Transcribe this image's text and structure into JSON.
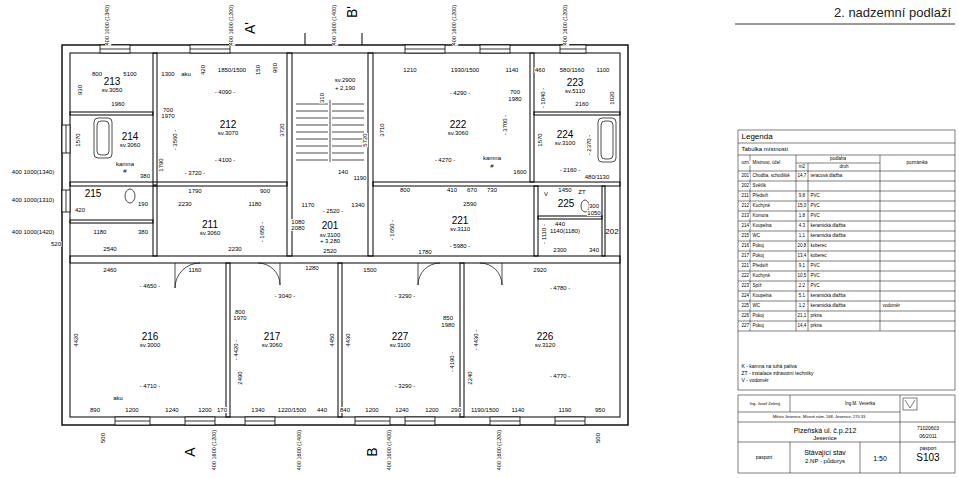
{
  "diagram": {
    "title": "2. nadzemní podlaží",
    "nodes": [
      {
        "text": [
          "213",
          "sv.3050"
        ]
      },
      {
        "text": [
          "214",
          "sv.3060"
        ]
      },
      {
        "text": [
          "212",
          "sv.3070"
        ]
      },
      {
        "text": [
          "215"
        ]
      },
      {
        "text": [
          "211",
          "sv.3060"
        ]
      },
      {
        "text": [
          "201",
          "sv.3100",
          "+ 3,280"
        ]
      },
      {
        "text": [
          "222",
          "sv.3060"
        ]
      },
      {
        "text": [
          "223",
          "sv.5110"
        ]
      },
      {
        "text": [
          "224",
          "sv.3100"
        ]
      },
      {
        "text": [
          "221",
          "sv.3110"
        ]
      },
      {
        "text": [
          "225"
        ]
      },
      {
        "text": [
          "202"
        ]
      },
      {
        "text": [
          "216",
          "sv.3000"
        ]
      },
      {
        "text": [
          "217",
          "sv.3060"
        ]
      },
      {
        "text": [
          "227",
          "sv.3100"
        ]
      },
      {
        "text": [
          "226",
          "sv.3120"
        ]
      }
    ],
    "labels": [
      "400 1000 (1340)",
      "400 1600 (1200)",
      "400 1600 (1400)",
      "400 1600 (1200)",
      "400 1600 (1200)",
      "A'",
      "B'",
      "800",
      "5100",
      "1300",
      "aku",
      "420",
      "1850/1500",
      "150",
      "960",
      "- 4090 -",
      "930",
      "1960",
      "1570",
      "700",
      "1970",
      "- 3560 -",
      "kamna",
      "#",
      "3720",
      "- 4100 -",
      "1790",
      "- 3720 -",
      "380",
      "1790",
      "2230",
      "900",
      "1180",
      "- 1650 -",
      "2230",
      "420",
      "1180",
      "190",
      "380",
      "2540",
      "520",
      "400 1000(1340)",
      "400 1000(1310)",
      "400 1000(1420)",
      "sv.2900",
      "+ 2,190",
      "310",
      "5720",
      "140",
      "1190",
      "1170",
      "- 2520 -",
      "1340",
      "1080",
      "2080",
      "2520",
      "1280",
      "3710",
      "1210",
      "1930/1500",
      "1140",
      "460",
      "580/1160",
      "1100",
      "- 4290 -",
      "700",
      "1980",
      "- 1040 -",
      "- 3700 -",
      "1020",
      "2160",
      "1570",
      "- 2370 -",
      "- 4270 -",
      "kamna",
      "#",
      "1600",
      "- 2160 -",
      "480/1130",
      "800",
      "410",
      "670",
      "730",
      "2590",
      "1450",
      "ZT",
      "V",
      "300",
      "1050",
      "440",
      "1140(1180)",
      "- 1110 -",
      "- 1650 -",
      "- 5980 -",
      "1780",
      "2300",
      "340",
      "2460",
      "1160",
      "- 4650 -",
      "- 3040 -",
      "1500",
      "- 3290 -",
      "2920",
      "- 4780 -",
      "800",
      "1970",
      "850",
      "1980",
      "4420",
      "- 4420 -",
      "4450",
      "4430",
      "- 4190 -",
      "- 4430 -",
      "2490",
      "2240",
      "- 4770 -",
      "- 4710 -",
      "- 3290 -",
      "aku",
      "890",
      "1200",
      "1240",
      "1200",
      "170",
      "1340",
      "1220/1500",
      "440",
      "840",
      "1200",
      "1240",
      "1200",
      "290",
      "1190/1500",
      "1140",
      "1190",
      "950",
      "400 1600 (1200)",
      "400 1600 (1400)",
      "400 1600 (1400)",
      "400 1600 (1200)",
      "A",
      "B",
      "500",
      "500",
      "Legenda",
      "Tabulka místností",
      "ozn.",
      "Místnost, účel",
      "podlaha",
      "m2",
      "druh",
      "poznámka",
      "201",
      "Chodba, schodiště",
      "14,7",
      "teracová dlažba",
      "202",
      "Světlík",
      "211",
      "Předsíň",
      "9,8",
      "PVC",
      "212",
      "Kuchyně",
      "15,0",
      "PVC",
      "213",
      "Komora",
      "1,8",
      "PVC",
      "214",
      "Koupelna",
      "4,3",
      "keramická dlažba",
      "215",
      "WC",
      "1,1",
      "keramická dlažba",
      "216",
      "Pokoj",
      "20,8",
      "koberec",
      "217",
      "Pokoj",
      "13,4",
      "koberec",
      "221",
      "Předsíň",
      "9,1",
      "PVC",
      "222",
      "Kuchyně",
      "10,5",
      "PVC",
      "223",
      "Spíž",
      "2,2",
      "PVC",
      "224",
      "Koupelna",
      "5,1",
      "keramická dlažba",
      "225",
      "WC",
      "1,2",
      "keramická dlažba",
      "vodoměr",
      "226",
      "Pokoj",
      "21,1",
      "prkna",
      "227",
      "Pokoj",
      "14,4",
      "prkna",
      "Plzeňská ul. č.p.212",
      "Jesenice",
      "Stávající stav",
      "2.NP - půdorys",
      "1:50",
      "S103",
      "pasport",
      "Ing.M. Veverka",
      "Město Jesenice, Mírové nám. 168, Jesenice, 270 33",
      "71020603",
      "06/2011",
      "pasport",
      "Ing. Josef Zelený"
    ],
    "legend": [
      {
        "text": "K - kamna na tuhá paliva"
      },
      {
        "text": "ZT - instalace zdravotní techniky"
      },
      {
        "text": "V - vodoměr"
      }
    ]
  }
}
